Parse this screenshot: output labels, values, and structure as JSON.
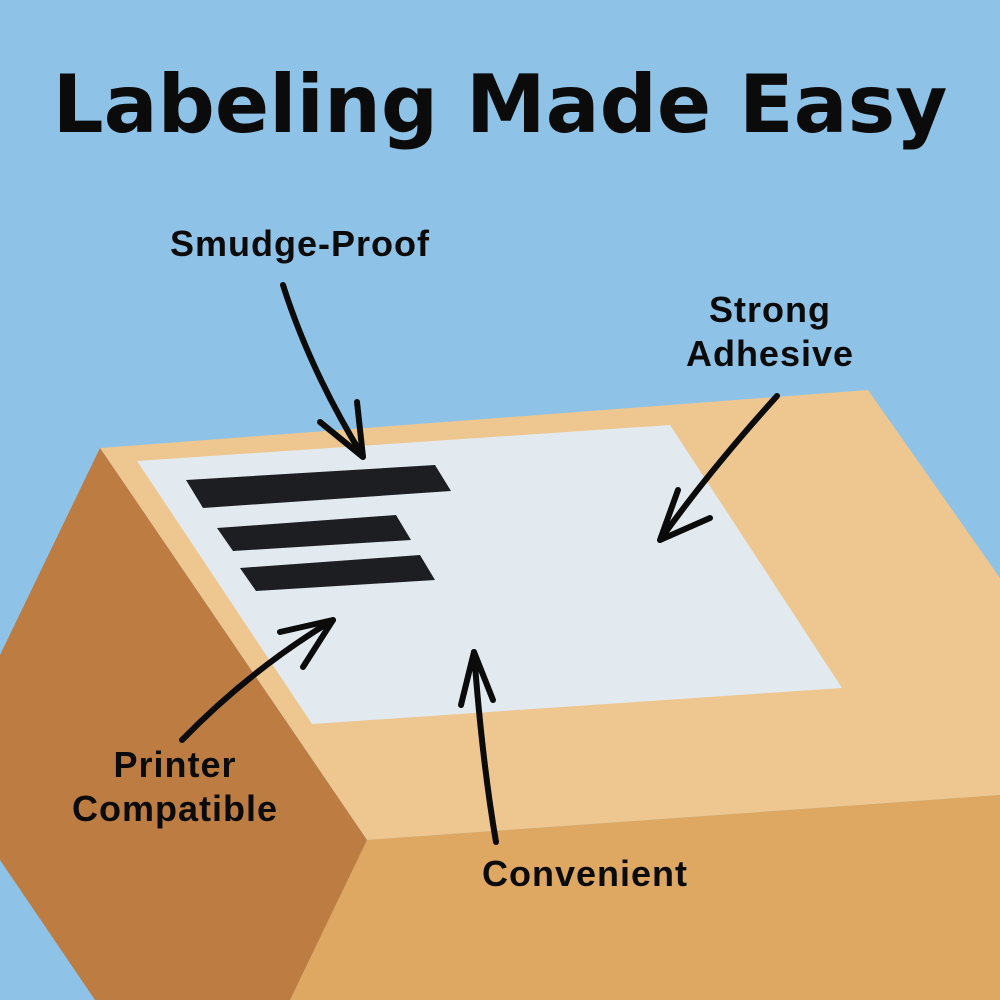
{
  "title": "Labeling Made Easy",
  "callouts": {
    "smudge_proof": {
      "lines": [
        "Smudge-Proof"
      ]
    },
    "strong_adhesive": {
      "lines": [
        "Strong",
        "Adhesive"
      ]
    },
    "printer_compatible": {
      "lines": [
        "Printer",
        "Compatible"
      ]
    },
    "convenient": {
      "lines": [
        "Convenient"
      ]
    }
  },
  "colors": {
    "background": "#8ec2e6",
    "box_top": "#edc78f",
    "box_left": "#bd7c42",
    "box_front": "#dea862",
    "label": "#e2eaef",
    "ink": "#1d1e22"
  }
}
